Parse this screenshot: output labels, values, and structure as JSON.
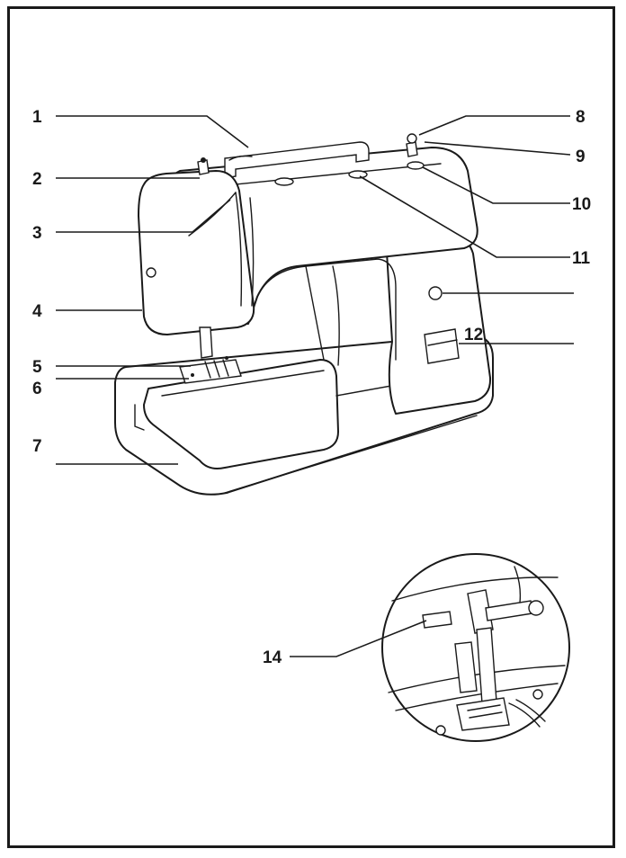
{
  "diagram": {
    "labels": [
      "1",
      "2",
      "3",
      "4",
      "5",
      "6",
      "7",
      "8",
      "9",
      "10",
      "11",
      "12",
      "14"
    ]
  },
  "colors": {
    "ink": "#1a1a1a",
    "background": "#ffffff"
  }
}
